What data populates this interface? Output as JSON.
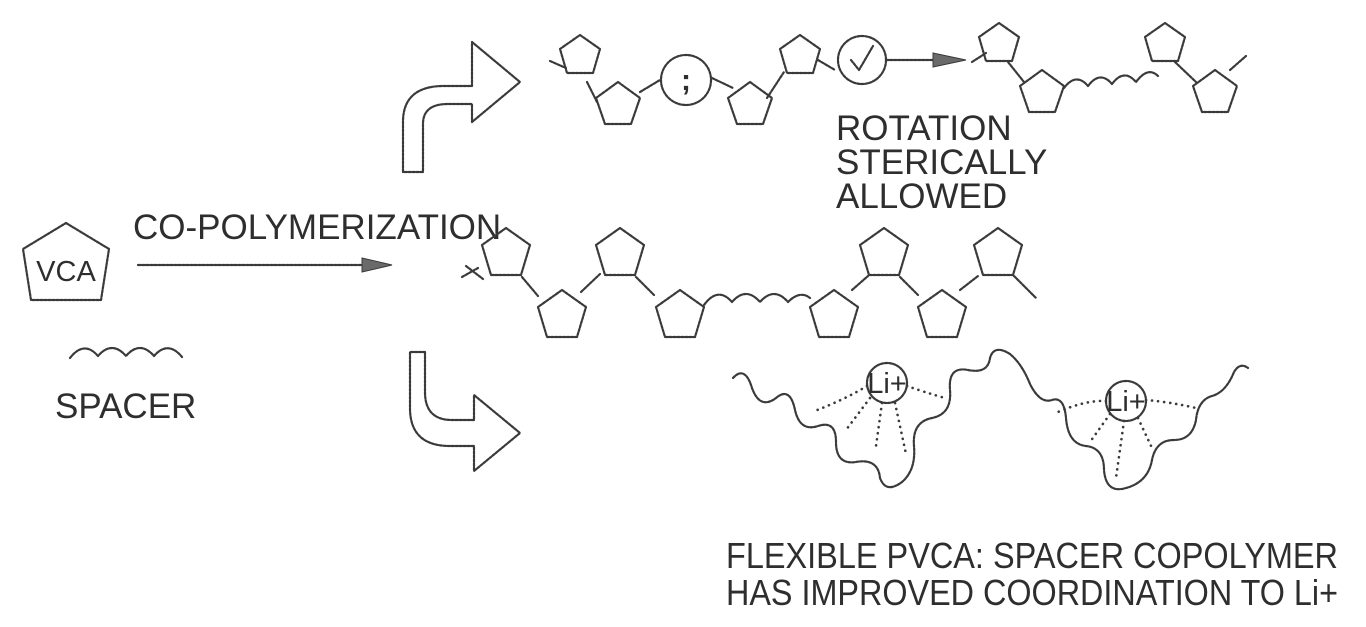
{
  "labels": {
    "monomer": "VCA",
    "spacer": "SPACER",
    "process": "CO-POLYMERIZATION",
    "rotation_caption": [
      "ROTATION",
      "STERICALLY",
      "ALLOWED"
    ],
    "blocked_symbol": ";",
    "lithium": "Li+",
    "bottom_caption": [
      "FLEXIBLE PVCA: SPACER COPOLYMER",
      "HAS IMPROVED COORDINATION TO Li+"
    ]
  },
  "icons": {
    "rotation_check": "check-mark-icon",
    "up_turn_arrow": "curved-arrow-up-right-icon",
    "down_turn_arrow": "curved-arrow-down-right-icon"
  },
  "colors": {
    "line": "#3a3a3a",
    "arrowhead": "#6a6a6a",
    "background": "#ffffff"
  }
}
